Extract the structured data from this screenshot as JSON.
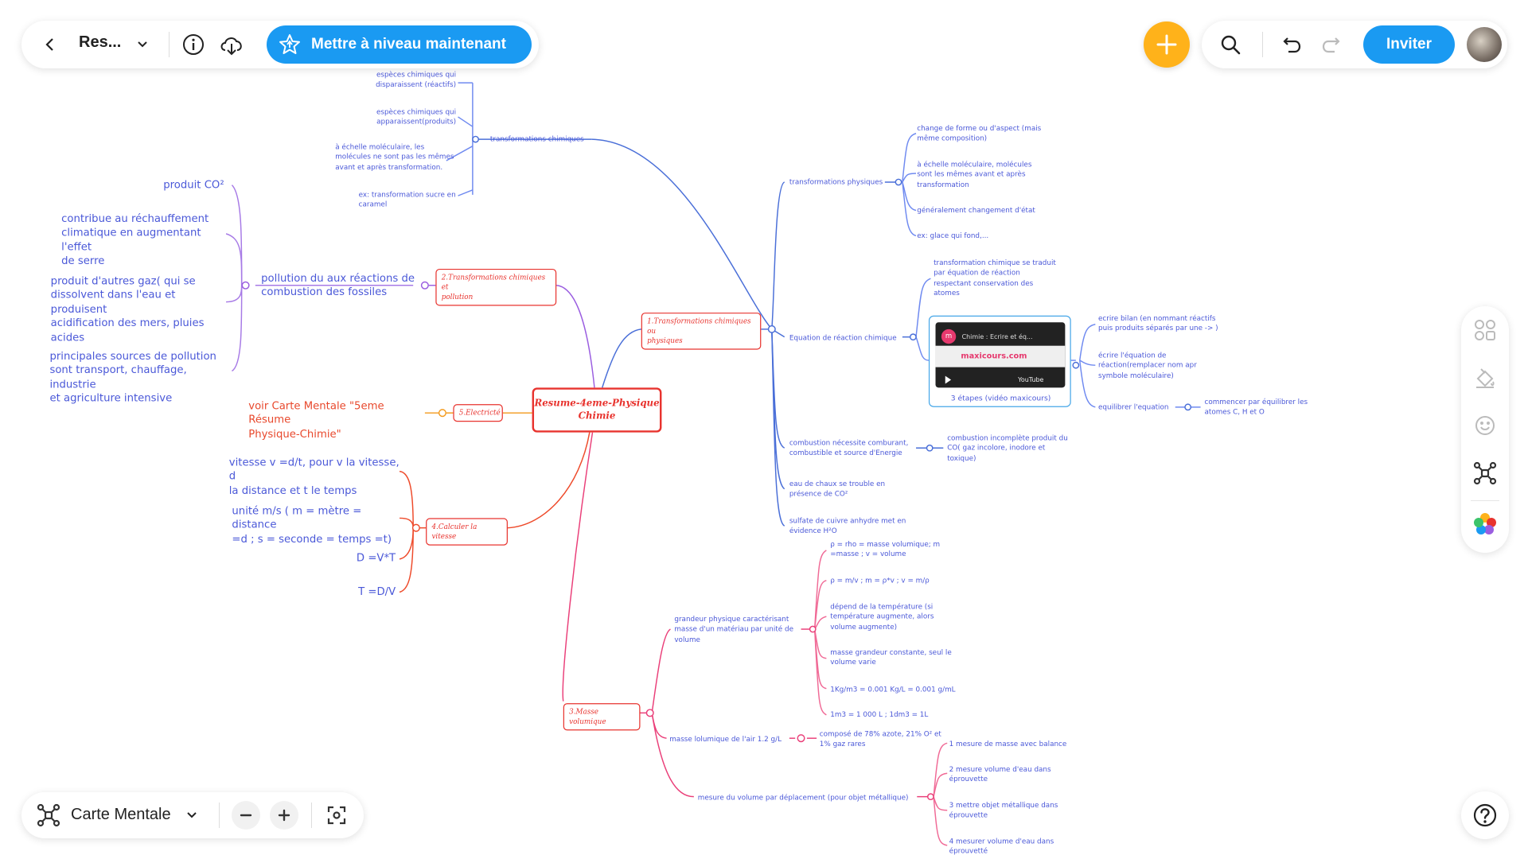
{
  "toolbar": {
    "title": "Res...",
    "upgrade_label": "Mettre à niveau maintenant",
    "invite_label": "Inviter"
  },
  "bottom_bar": {
    "mode_label": "Carte Mentale"
  },
  "mindmap": {
    "root": "Resume-4eme-Physique\nChimie",
    "branch1": {
      "label": "1.Transformations chimiques ou\nphysiques",
      "chem": {
        "label": "transformations chimiques",
        "items": [
          "espèces chimiques qui\ndisparaissent (réactifs)",
          "espèces chimiques qui\napparaissent(produits)",
          "à échelle moléculaire, les\nmolécules ne sont pas les mêmes\navant et après transformation.",
          "ex: transformation sucre en\ncaramel"
        ]
      },
      "phys": {
        "label": "transformations physiques",
        "items": [
          "change de forme ou d'aspect (mais\nmême composition)",
          "à échelle moléculaire, molécules\nsont les mêmes avant et après\ntransformation",
          "généralement changement d'état",
          "ex: glace qui fond,..."
        ]
      },
      "equation": {
        "label": "Equation de réaction chimique",
        "top": "transformation chimique se traduit\npar équation  de réaction\nrespectant conservation des\natomes",
        "video_title": "Chimie : Ecrire et éq...",
        "video_brand": "maxicours.com",
        "video_platform": "YouTube",
        "video_caption": "3 étapes (vidéo maxicours)",
        "steps": [
          "ecrire bilan (en nommant réactifs\npuis produits séparés par une -> )",
          "écrire l'équation de\nréaction(remplacer nom apr\nsymbole moléculaire)",
          "equilibrer l'equation"
        ],
        "step3_child": "commencer par équilibrer les\natomes C, H  et O"
      },
      "combustion": {
        "label": "combustion nécessite  comburant,\ncombustible et source d'Energie",
        "child": "combustion incomplète produit  du\nCO( gaz incolore, inodore et\ntoxique)"
      },
      "chaux": "eau de chaux se trouble en\nprésence de CO²",
      "sulfate": "sulfate de cuivre anhydre met en\névidence H²O"
    },
    "branch2": {
      "label": "2.Transformations chimiques et\npollution",
      "main": "pollution du aux réactions de\ncombustion des fossiles",
      "items": [
        "produit CO²",
        "contribue au réchauffement\nclimatique en augmentant l'effet\nde serre",
        "produit d'autres gaz( qui se\ndissolvent dans l'eau et produisent\nacidification des mers, pluies\nacides",
        "principales sources de pollution\nsont transport, chauffage, industrie\net agriculture intensive"
      ]
    },
    "branch3": {
      "label": "3.Masse volumique",
      "def": {
        "label": "grandeur physique caractérisant\nmasse d'un matériau par unité de\nvolume",
        "items": [
          "ρ = rho = masse volumique; m\n=masse ; v = volume",
          "ρ = m/v ; m = ρ*v ; v = m/ρ",
          "dépend de la température (si\ntempérature augmente, alors\nvolume augmente)",
          "masse grandeur constante, seul le\nvolume varie",
          "1Kg/m3 = 0.001 Kg/L = 0.001 g/mL",
          "1m3 = 1 000 L ; 1dm3 = 1L"
        ]
      },
      "air": {
        "label": "masse lolumique de l'air 1.2 g/L",
        "child": "composé de 78% azote, 21% O² et\n1% gaz rares"
      },
      "measure": {
        "label": "mesure du volume par déplacement (pour objet métallique)",
        "items": [
          "1 mesure de masse avec balance",
          "2 mesure volume d'eau dans\néprouvette",
          "3 mettre objet métallique dans\néprouvette",
          "4 mesurer volume d'eau dans\néprouvetté"
        ]
      }
    },
    "branch4": {
      "label": "4.Calculer la vitesse",
      "items": [
        "vitesse v =d/t, pour v la vitesse, d\nla distance et t le temps",
        "unité m/s ( m = mètre = distance\n=d ; s = seconde = temps =t)",
        "D =V*T",
        "T =D/V"
      ]
    },
    "branch5": {
      "label": "5.Electricté",
      "child": "voir Carte Mentale \"5eme Résume\nPhysique-Chimie\""
    }
  },
  "colors": {
    "accent_blue": "#1a9af2",
    "add_orange": "#ffb21a",
    "root_red": "#e8332e",
    "branch_blue": "#4a6fd8",
    "branch_purple": "#9a5de0",
    "branch_orange": "#f39a1c",
    "branch_red": "#ee4a2a",
    "branch_pink": "#ea3f79",
    "text_blue": "#4a58d8"
  },
  "icons": {
    "back": "chevron-left-icon",
    "dropdown": "chevron-down-icon",
    "info": "info-icon",
    "cloud": "cloud-download-icon",
    "star": "star-icon",
    "add": "plus-icon",
    "search": "search-icon",
    "undo": "undo-icon",
    "redo": "redo-icon",
    "layout": "layout-grid-icon",
    "paint": "paint-bucket-icon",
    "sticker": "smiley-icon",
    "structure": "mindmap-structure-icon",
    "palette": "color-palette-icon",
    "zoom_out": "minus-icon",
    "zoom_in": "plus-icon",
    "fit": "fit-screen-icon",
    "help": "help-icon"
  }
}
